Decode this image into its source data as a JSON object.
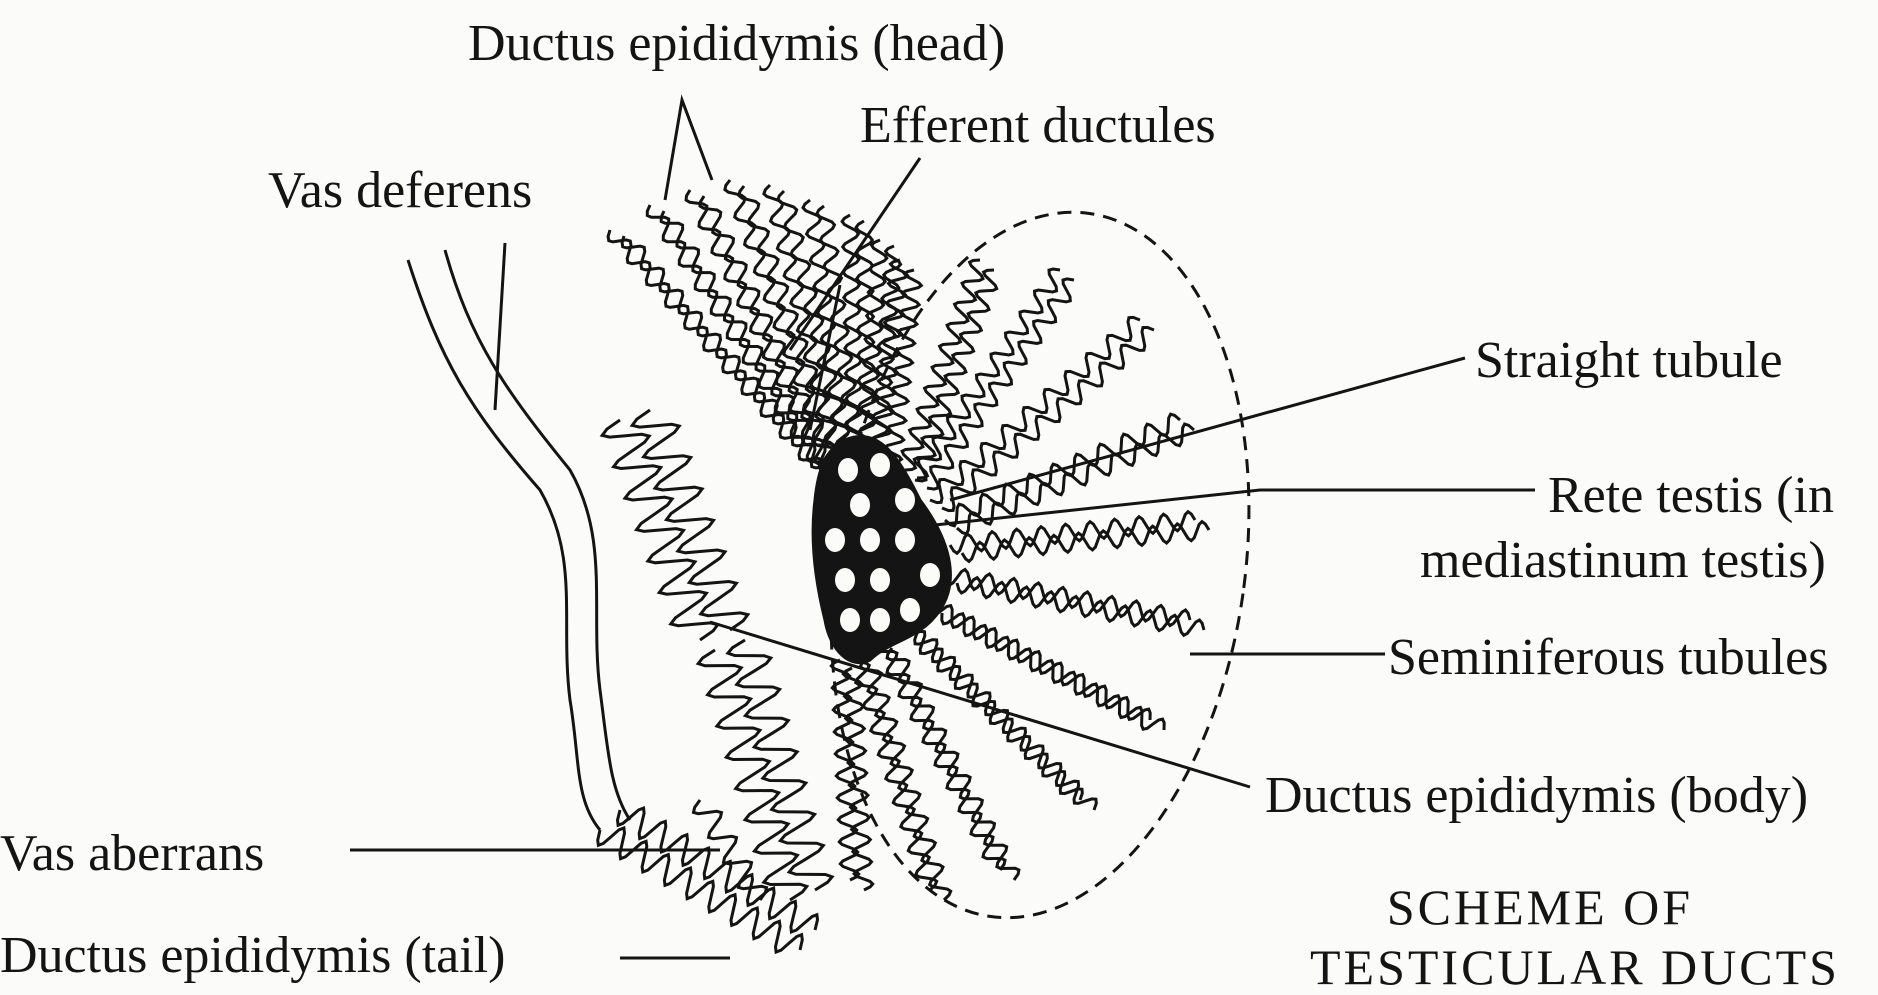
{
  "labels": {
    "ductus_epididymis_head": "Ductus epididymis (head)",
    "efferent_ductules": "Efferent ductules",
    "vas_deferens": "Vas deferens",
    "straight_tubule": "Straight tubule",
    "rete_testis_line1": "Rete testis (in",
    "rete_testis_line2": "mediastinum testis)",
    "seminiferous_tubules": "Seminiferous tubules",
    "ductus_epididymis_body": "Ductus epididymis (body)",
    "vas_aberrans": "Vas aberrans",
    "ductus_epididymis_tail": "Ductus epididymis (tail)"
  },
  "caption": {
    "line1": "SCHEME OF",
    "line2": "TESTICULAR DUCTS"
  },
  "colors": {
    "ink": "#141414",
    "paper": "#fbfbf9"
  }
}
